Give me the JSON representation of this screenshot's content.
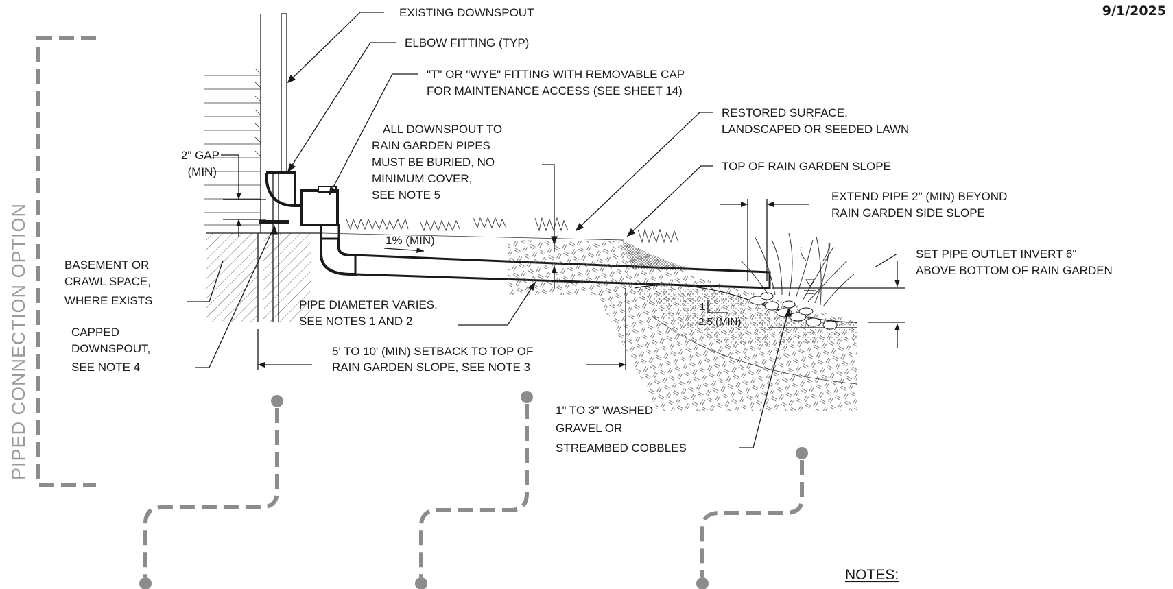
{
  "date": "9/1/2025",
  "side_title": "PIPED CONNECTION OPTION",
  "labels": {
    "existing_downspout": "EXISTING DOWNSPOUT",
    "elbow_fitting": "ELBOW FITTING (TYP)",
    "t_wye_1": "\"T\" OR \"WYE\" FITTING WITH REMOVABLE CAP",
    "t_wye_2": "FOR MAINTENANCE ACCESS (SEE SHEET 14)",
    "buried_1": "ALL DOWNSPOUT TO",
    "buried_2": "RAIN GARDEN PIPES",
    "buried_3": "MUST BE BURIED, NO",
    "buried_4": "MINIMUM COVER,",
    "buried_5": "SEE NOTE 5",
    "restored_1": "RESTORED SURFACE,",
    "restored_2": "LANDSCAPED OR SEEDED LAWN",
    "top_slope": "TOP OF RAIN GARDEN SLOPE",
    "extend_1": "EXTEND PIPE 2\" (MIN) BEYOND",
    "extend_2": "RAIN GARDEN SIDE SLOPE",
    "invert_1": "SET PIPE OUTLET INVERT 6\"",
    "invert_2": "ABOVE BOTTOM OF RAIN GARDEN",
    "gap_1": "2\" GAP",
    "gap_2": "(MIN)",
    "slope_pct": "1% (MIN)",
    "basement_1": "BASEMENT OR",
    "basement_2": "CRAWL SPACE,",
    "basement_3": "WHERE EXISTS",
    "pipe_dia_1": "PIPE DIAMETER VARIES,",
    "pipe_dia_2": "SEE NOTES 1 AND 2",
    "capped_1": "CAPPED",
    "capped_2": "DOWNSPOUT,",
    "capped_3": "SEE NOTE 4",
    "setback_1": "5' TO 10' (MIN) SETBACK TO TOP OF",
    "setback_2": "RAIN GARDEN SLOPE, SEE NOTE 3",
    "ratio_rise": "1",
    "ratio_run": "2.5 (MIN)",
    "gravel_1": "1\" TO 3\" WASHED",
    "gravel_2": "GRAVEL OR",
    "gravel_3": "STREAMBED COBBLES",
    "notes": "NOTES:"
  }
}
